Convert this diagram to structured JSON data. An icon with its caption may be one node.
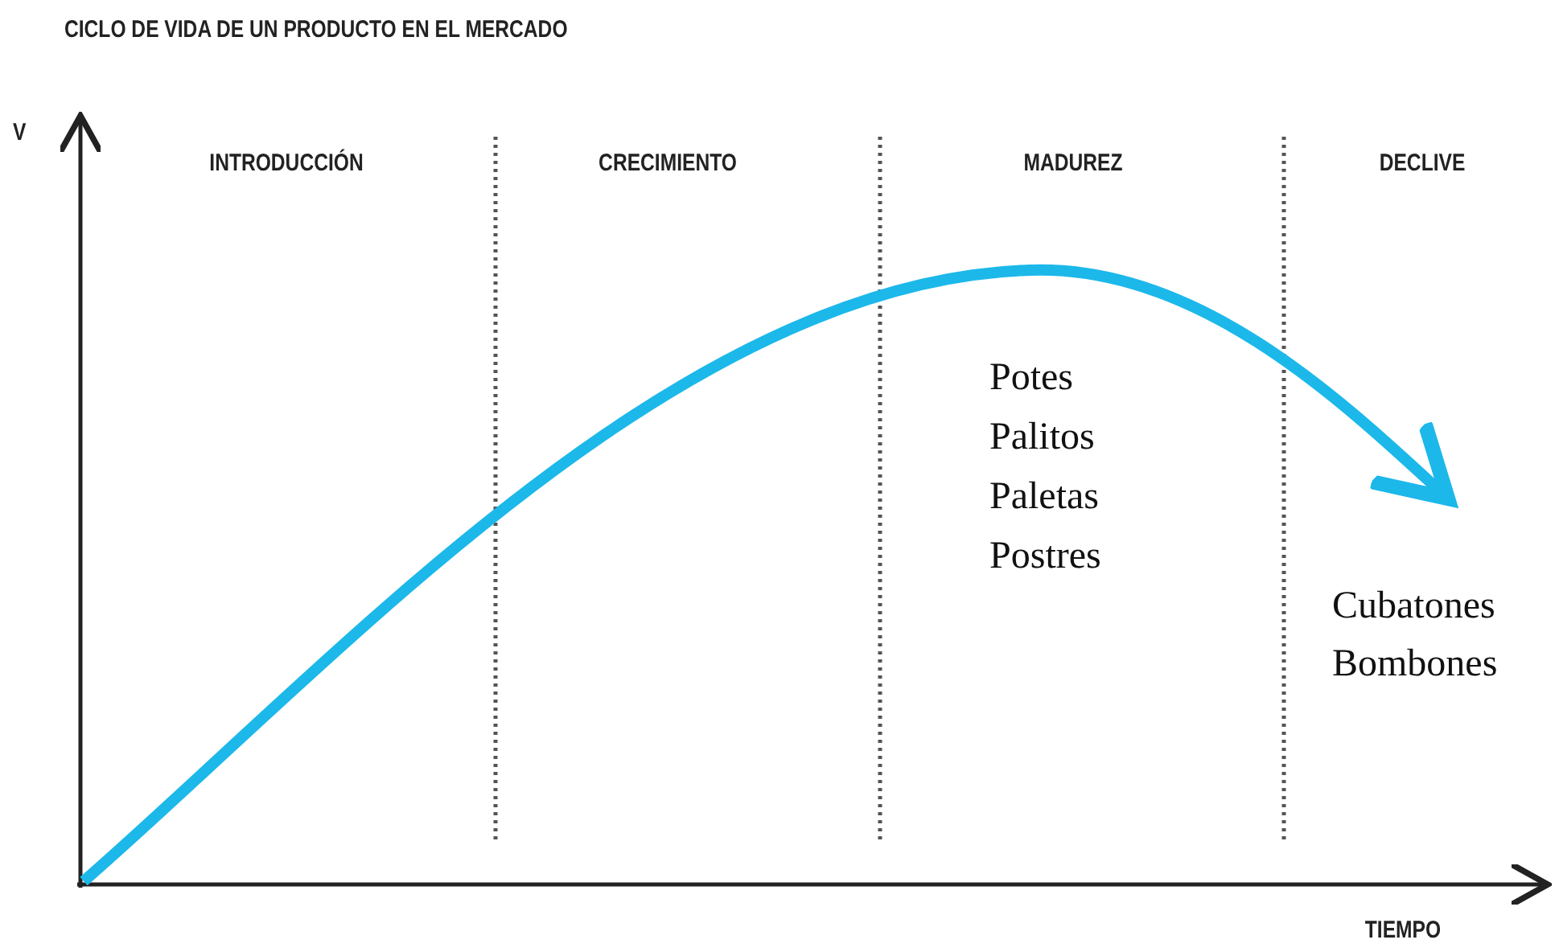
{
  "diagram": {
    "title": "CICLO DE VIDA DE UN PRODUCTO EN EL MERCADO",
    "labels": [
      "V",
      "INTRODUCCIÓN",
      "CRECIMIENTO",
      "MADUREZ",
      "DECLIVE",
      "Potes",
      "Palitos",
      "Paletas",
      "Postres",
      "Cubatones",
      "Bombones",
      "TIEMPO"
    ]
  }
}
